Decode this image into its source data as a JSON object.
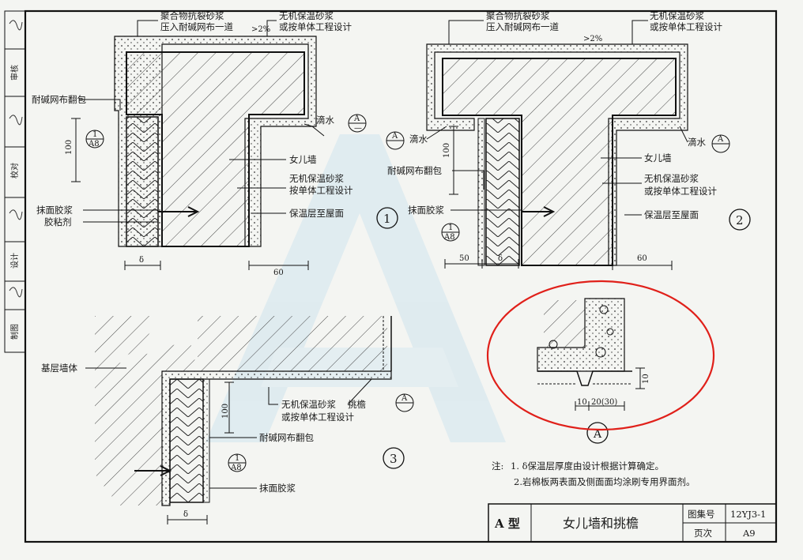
{
  "sidebar": {
    "labels": [
      "审核",
      "校对",
      "设计",
      "制图"
    ],
    "signatures": [
      "签名",
      "签名",
      "签名",
      "签名"
    ]
  },
  "detail1": {
    "top_left_label_1": "聚合物抗裂砂浆",
    "top_left_label_2": "压入耐碱网布一道",
    "slope": ">2%",
    "top_right_label_1": "无机保温砂浆",
    "top_right_label_2": "或按单体工程设计",
    "wrap_label": "耐碱网布翻包",
    "drip_label": "滴水",
    "parapet_label": "女儿墙",
    "mortar_label_1": "无机保温砂浆",
    "mortar_label_2": "按单体工程设计",
    "plaster_label": "抹面胶浆",
    "adhesive_label": "胶粘剂",
    "insulation_label": "保温层至屋面",
    "dim_100": "100",
    "dim_delta": "δ",
    "dim_60": "60",
    "ref_top": "1",
    "ref_bottom": "A8",
    "section_top": "A",
    "section_bottom": "—",
    "number": "1"
  },
  "detail2": {
    "top_left_label_1": "聚合物抗裂砂浆",
    "top_left_label_2": "压入耐碱网布一道",
    "slope": ">2%",
    "top_right_label_1": "无机保温砂浆",
    "top_right_label_2": "或按单体工程设计",
    "drip_left_label": "滴水",
    "drip_right_label": "滴水",
    "wrap_label": "耐碱网布翻包",
    "parapet_label": "女儿墙",
    "mortar_label_1": "无机保温砂浆",
    "mortar_label_2": "或按单体工程设计",
    "plaster_label": "抹面胶浆",
    "insulation_label": "保温层至屋面",
    "dim_100": "100",
    "dim_50": "50",
    "dim_delta": "δ",
    "dim_60": "60",
    "ref_top": "1",
    "ref_bottom": "A8",
    "number": "2"
  },
  "detail3": {
    "base_wall_label": "基层墙体",
    "mortar_label_1": "无机保温砂浆",
    "mortar_label_2": "或按单体工程设计",
    "eave_label": "挑檐",
    "wrap_label": "耐碱网布翻包",
    "plaster_label": "抹面胶浆",
    "dim_100": "100",
    "dim_delta": "δ",
    "ref_top": "1",
    "ref_bottom": "A8",
    "number": "3"
  },
  "detailA": {
    "dim_10": "10",
    "dim_20_30": "20(30)",
    "dim_10_v": "10",
    "label": "A"
  },
  "notes": {
    "prefix": "注:",
    "line1": "1. δ保温层厚度由设计根据计算确定。",
    "line2": "2.岩棉板两表面及侧面面均涂刷专用界面剂。"
  },
  "title_block": {
    "type": "A 型",
    "title": "女儿墙和挑檐",
    "atlas_label": "图集号",
    "atlas_value": "12YJ3-1",
    "page_label": "页次",
    "page_value": "A9"
  },
  "colors": {
    "ink": "#1a1a1a",
    "paper": "#f4f5f2",
    "highlight": "#e0201a",
    "watermark": "#cfe3ee"
  }
}
